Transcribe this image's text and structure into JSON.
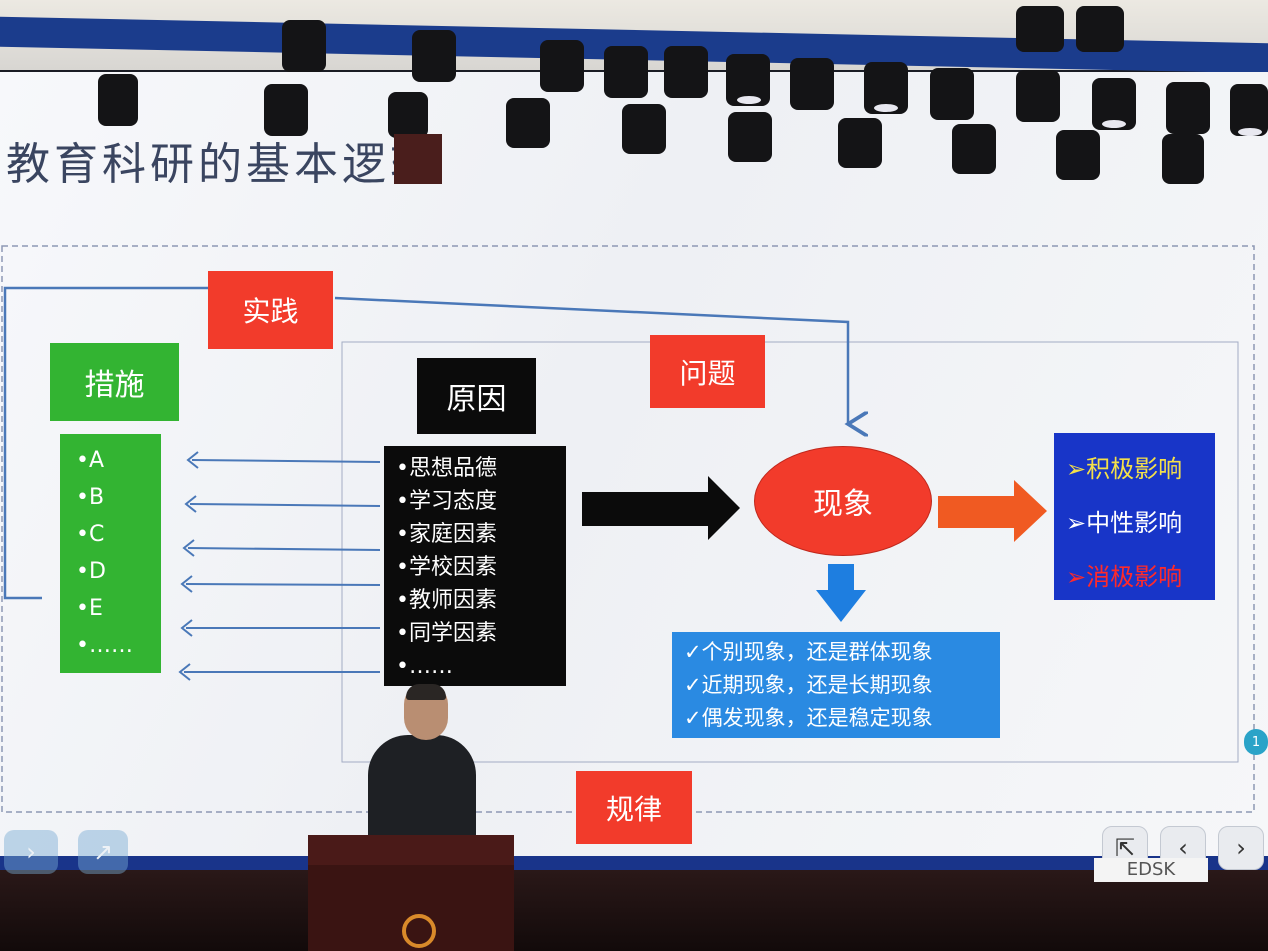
{
  "slide": {
    "title": "教育科研的基本逻辑",
    "labels": {
      "practice": "实践",
      "problem": "问题",
      "law": "规律"
    },
    "measures": {
      "header": "措施",
      "items": [
        "•A",
        "•B",
        "•C",
        "•D",
        "•E",
        "•……"
      ]
    },
    "reasons": {
      "header": "原因",
      "items": [
        "•思想品德",
        "•学习态度",
        "•家庭因素",
        "•学校因素",
        "•教师因素",
        "•同学因素",
        "•……"
      ]
    },
    "phenomenon": "现象",
    "influences": [
      {
        "text": "➢积极影响",
        "color": "#f4e04a"
      },
      {
        "text": "➢中性影响",
        "color": "#ffffff"
      },
      {
        "text": "➢消极影响",
        "color": "#ff2a2a"
      }
    ],
    "analysis": [
      "✓个别现象，还是群体现象",
      "✓近期现象，还是长期现象",
      "✓偶发现象，还是稳定现象"
    ]
  },
  "player": {
    "page_number": "1",
    "watermark": "EDSK"
  },
  "colors": {
    "label_red": "#f23b2b",
    "green": "#33b432",
    "influence_blue": "#1835c8",
    "analysis_blue": "#2a8ae2"
  }
}
